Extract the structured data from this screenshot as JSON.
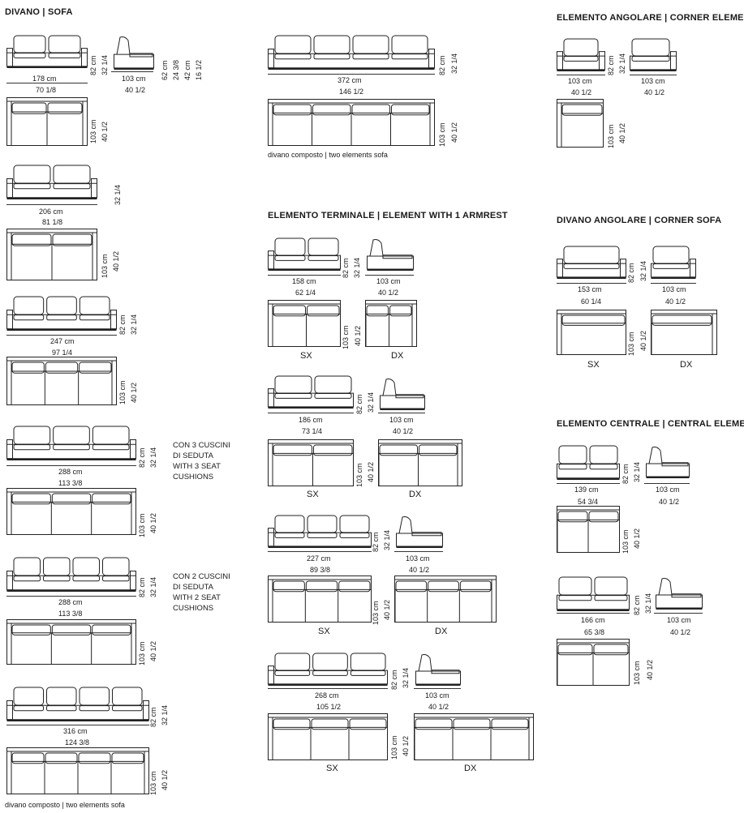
{
  "sections": {
    "sofa": "DIVANO | SOFA",
    "corner_element": "ELEMENTO ANGOLARE | CORNER ELEMENT",
    "terminal": "ELEMENTO TERMINALE | ELEMENT WITH 1 ARMREST",
    "corner_sofa": "DIVANO ANGOLARE | CORNER SOFA",
    "central": "ELEMENTO CENTRALE | CENTRAL ELEMENT"
  },
  "notes": {
    "two_elements": "divano composto | two elements sofa",
    "three_cushions": [
      "CON 3 CUSCINI",
      "DI SEDUTA",
      "WITH 3 SEAT",
      "CUSHIONS"
    ],
    "two_cushions": [
      "CON 2 CUSCINI",
      "DI SEDUTA",
      "WITH 2 SEAT",
      "CUSHIONS"
    ]
  },
  "side_labels": {
    "left": "SX",
    "right": "DX"
  },
  "sofa_178": {
    "w_cm": "178 cm",
    "w_in": "70 1/8",
    "h_cm": "82 cm",
    "h_in": "32 1/4",
    "d_cm": "103 cm",
    "d_in": "40 1/2",
    "side_d_cm": "103 cm",
    "side_d_in": "40 1/2",
    "side_h1": "62 cm",
    "side_h1_in": "24 3/8",
    "side_h2": "42 cm",
    "side_h2_in": "16 1/2"
  },
  "sofa_206": {
    "w_cm": "206 cm",
    "w_in": "81 1/8",
    "h_in": "32 1/4",
    "d_cm": "103 cm",
    "d_in": "40 1/2"
  },
  "sofa_247": {
    "w_cm": "247 cm",
    "w_in": "97 1/4",
    "h_cm": "82 cm",
    "h_in": "32 1/4",
    "d_cm": "103 cm",
    "d_in": "40 1/2"
  },
  "sofa_288a": {
    "w_cm": "288 cm",
    "w_in": "113 3/8",
    "h_cm": "82 cm",
    "h_in": "32 1/4",
    "d_cm": "103 cm",
    "d_in": "40 1/2"
  },
  "sofa_288b": {
    "w_cm": "288 cm",
    "w_in": "113 3/8",
    "h_cm": "82 cm",
    "h_in": "32 1/4",
    "d_cm": "103 cm",
    "d_in": "40 1/2"
  },
  "sofa_316": {
    "w_cm": "316 cm",
    "w_in": "124 3/8",
    "h_cm": "82 cm",
    "h_in": "32 1/4",
    "d_cm": "103 cm",
    "d_in": "40 1/2"
  },
  "sofa_372": {
    "w_cm": "372 cm",
    "w_in": "146 1/2",
    "h_cm": "82 cm",
    "h_in": "32 1/4",
    "d_cm": "103 cm",
    "d_in": "40 1/2"
  },
  "term_158": {
    "w_cm": "158 cm",
    "w_in": "62 1/4",
    "h_cm": "82 cm",
    "h_in": "32 1/4",
    "d_cm": "103 cm",
    "d_in": "40 1/2",
    "side_d_cm": "103 cm",
    "side_d_in": "40 1/2"
  },
  "term_186": {
    "w_cm": "186 cm",
    "w_in": "73 1/4",
    "h_cm": "82 cm",
    "h_in": "32 1/4",
    "d_cm": "103 cm",
    "d_in": "40 1/2",
    "side_d_cm": "103 cm",
    "side_d_in": "40 1/2"
  },
  "term_227": {
    "w_cm": "227 cm",
    "w_in": "89 3/8",
    "h_cm": "82 cm",
    "h_in": "32 1/4",
    "d_cm": "103 cm",
    "d_in": "40 1/2",
    "side_d_cm": "103 cm",
    "side_d_in": "40 1/2"
  },
  "term_268": {
    "w_cm": "268 cm",
    "w_in": "105 1/2",
    "h_cm": "82 cm",
    "h_in": "32 1/4",
    "d_cm": "103 cm",
    "d_in": "40 1/2",
    "side_d_cm": "103 cm",
    "side_d_in": "40 1/2"
  },
  "corner_el": {
    "front_cm": "103 cm",
    "front_in": "40 1/2",
    "side_cm": "103 cm",
    "side_in": "40 1/2",
    "h_cm": "82 cm",
    "h_in": "32 1/4",
    "d_cm": "103 cm",
    "d_in": "40 1/2"
  },
  "corner_sofa": {
    "w_cm": "153 cm",
    "w_in": "60 1/4",
    "side_cm": "103 cm",
    "side_in": "40 1/2",
    "h_cm": "82 cm",
    "h_in": "32 1/4",
    "d_cm": "103 cm",
    "d_in": "40 1/2"
  },
  "central_139": {
    "w_cm": "139 cm",
    "w_in": "54 3/4",
    "h_cm": "82 cm",
    "h_in": "32 1/4",
    "d_cm": "103 cm",
    "d_in": "40 1/2",
    "side_cm": "103 cm",
    "side_in": "40 1/2"
  },
  "central_166": {
    "w_cm": "166 cm",
    "w_in": "65 3/8",
    "h_cm": "82 cm",
    "h_in": "32 1/4",
    "d_cm": "103 cm",
    "d_in": "40 1/2",
    "side_cm": "103 cm",
    "side_in": "40 1/2"
  }
}
